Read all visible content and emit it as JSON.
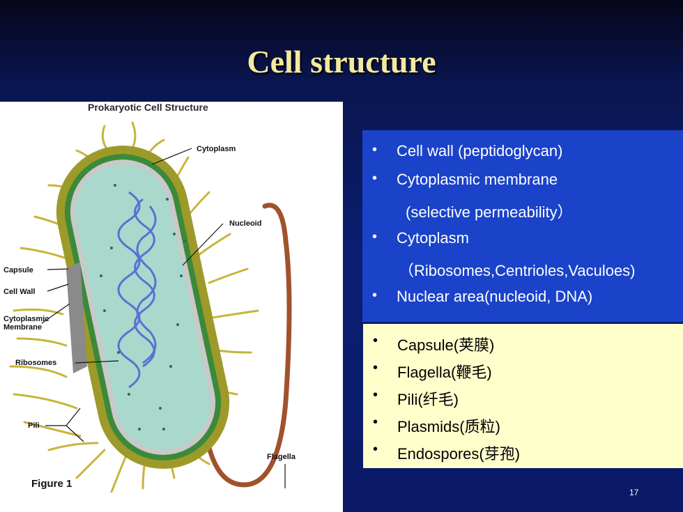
{
  "slide": {
    "title": "Cell structure",
    "page_number": "17"
  },
  "figure": {
    "title": "Prokaryotic Cell Structure",
    "caption": "Figure 1",
    "labels": {
      "cytoplasm": "Cytoplasm",
      "nucleoid": "Nucleoid",
      "capsule": "Capsule",
      "cell_wall": "Cell Wall",
      "cytoplasmic_membrane_1": "Cytoplasmic",
      "cytoplasmic_membrane_2": "Membrane",
      "ribosomes": "Ribosomes",
      "pili": "Pili",
      "flagella": "Flagella"
    }
  },
  "blue_box": {
    "bullet": "•",
    "items": [
      "Cell wall (peptidoglycan)",
      "Cytoplasmic membrane",
      "(selective permeability）",
      "Cytoplasm",
      "（Ribosomes,Centrioles,Vaculoes)",
      "Nuclear area(nucleoid, DNA)"
    ]
  },
  "yellow_box": {
    "bullet": "•",
    "items": [
      "Capsule(荚膜)",
      "Flagella(鞭毛)",
      "Pili(纤毛)",
      "Plasmids(质粒)",
      "Endospores(芽孢)"
    ]
  }
}
